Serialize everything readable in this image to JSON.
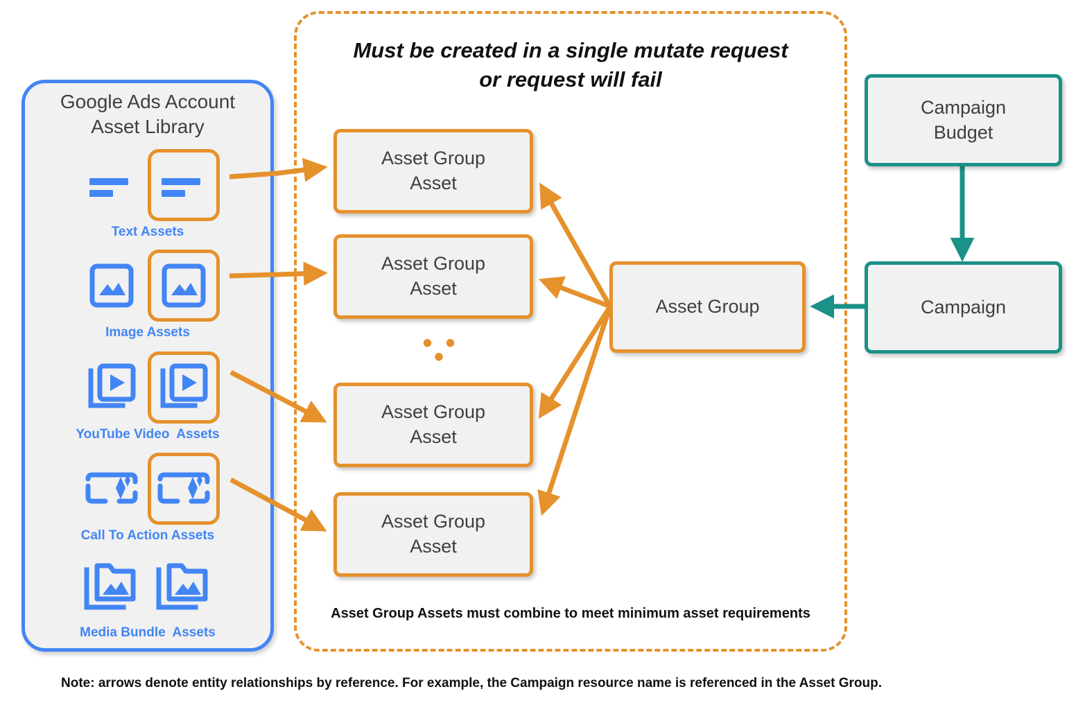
{
  "sidebar": {
    "title": "Google Ads Account\nAsset Library",
    "border_color": "#4285f4",
    "items": [
      {
        "label": "Text Assets",
        "icon": "text-asset-icon"
      },
      {
        "label": "Image Assets",
        "icon": "image-asset-icon"
      },
      {
        "label": "YouTube Video  Assets",
        "icon": "youtube-video-asset-icon"
      },
      {
        "label": "Call To Action Assets",
        "icon": "call-to-action-asset-icon"
      },
      {
        "label": "Media Bundle  Assets",
        "icon": "media-bundle-asset-icon"
      }
    ]
  },
  "mutate_container": {
    "title": "Must be created in a single mutate request\nor request will fail",
    "footnote": "Asset Group Assets must combine to meet minimum asset requirements",
    "ellipsis": "• • •",
    "border_color": "#e5912c",
    "asset_group_assets": [
      {
        "label": "Asset Group\nAsset"
      },
      {
        "label": "Asset Group\nAsset"
      },
      {
        "label": "Asset Group\nAsset"
      },
      {
        "label": "Asset Group\nAsset"
      }
    ]
  },
  "entities": {
    "asset_group": {
      "label": "Asset Group",
      "color": "#e5912c"
    },
    "campaign_budget": {
      "label": "Campaign\nBudget",
      "color": "#1b9188"
    },
    "campaign": {
      "label": "Campaign",
      "color": "#1b9188"
    }
  },
  "note": "Note: arrows denote entity relationships by reference. For example, the Campaign resource name is referenced in the Asset Group.",
  "colors": {
    "orange": "#e5912c",
    "teal": "#1b9188",
    "blue": "#4285f4",
    "box_fill": "#f1f1f1",
    "text": "#3c4043"
  }
}
